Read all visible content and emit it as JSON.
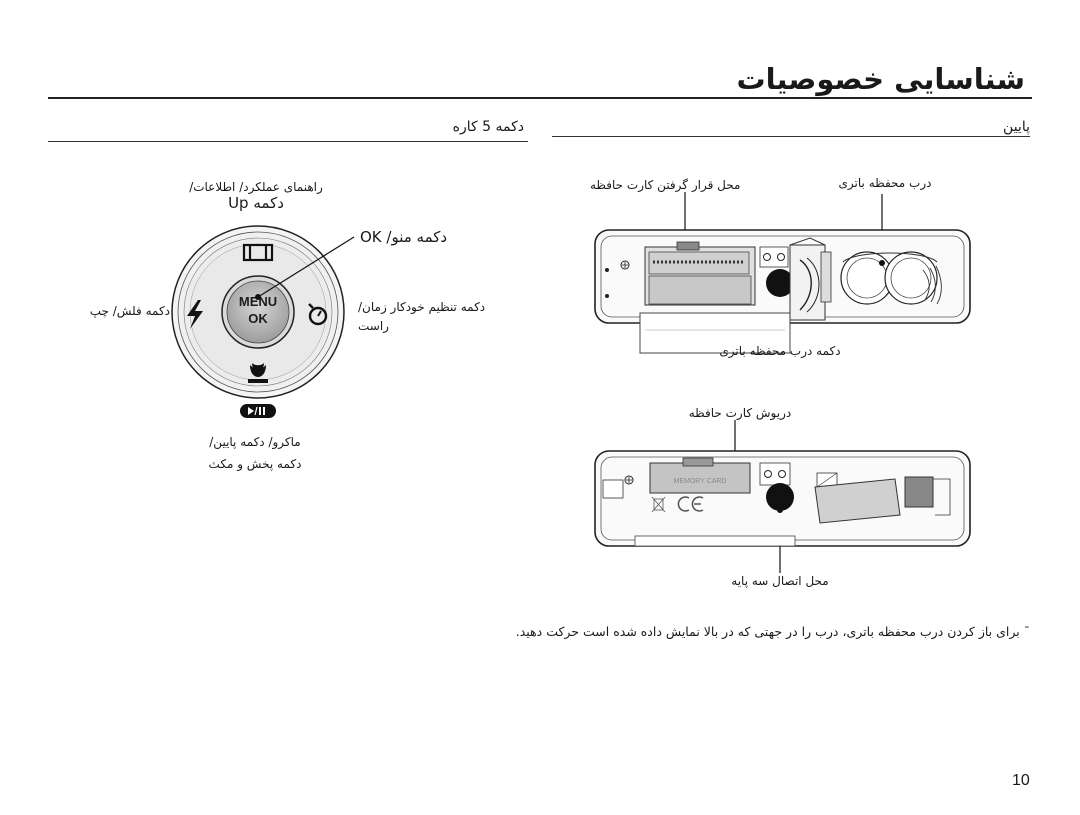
{
  "page": {
    "title": "شناسایی خصوصیات",
    "page_number": "10"
  },
  "buttons_section": {
    "title": "دکمه 5 کاره",
    "labels": {
      "up_line1": "راهنمای عملکرد/ اطلاعات/",
      "up_line2": "دکمه Up",
      "menu_ok": "دکمه منو/ OK",
      "flash": "دکمه فلش/ چپ",
      "timer_line1": "دکمه تنظیم خودکار زمان/",
      "timer_line2": "راست",
      "bottom_line1": "ماکرو/ دکمه پایین/",
      "bottom_line2": "دکمه پخش و مکث"
    },
    "dial": {
      "menu": "MENU",
      "ok": "OK"
    }
  },
  "bottom_section": {
    "title": "پایین",
    "labels": {
      "battery_cover": "درب محفظه باتری",
      "card_slot": "محل قرار گرفتن کارت حافظه",
      "battery_cover_button": "دکمه درب محفظه باتری",
      "card_drawer": "دریوش کارت حافظه",
      "tripod": "محل اتصال سه پایه"
    },
    "memory_card_text": "MEMORY CARD",
    "note": "برای باز کردن درب محفظه باتری، درب را در جهتی که در بالا نمایش داده شده است حرکت دهید."
  }
}
